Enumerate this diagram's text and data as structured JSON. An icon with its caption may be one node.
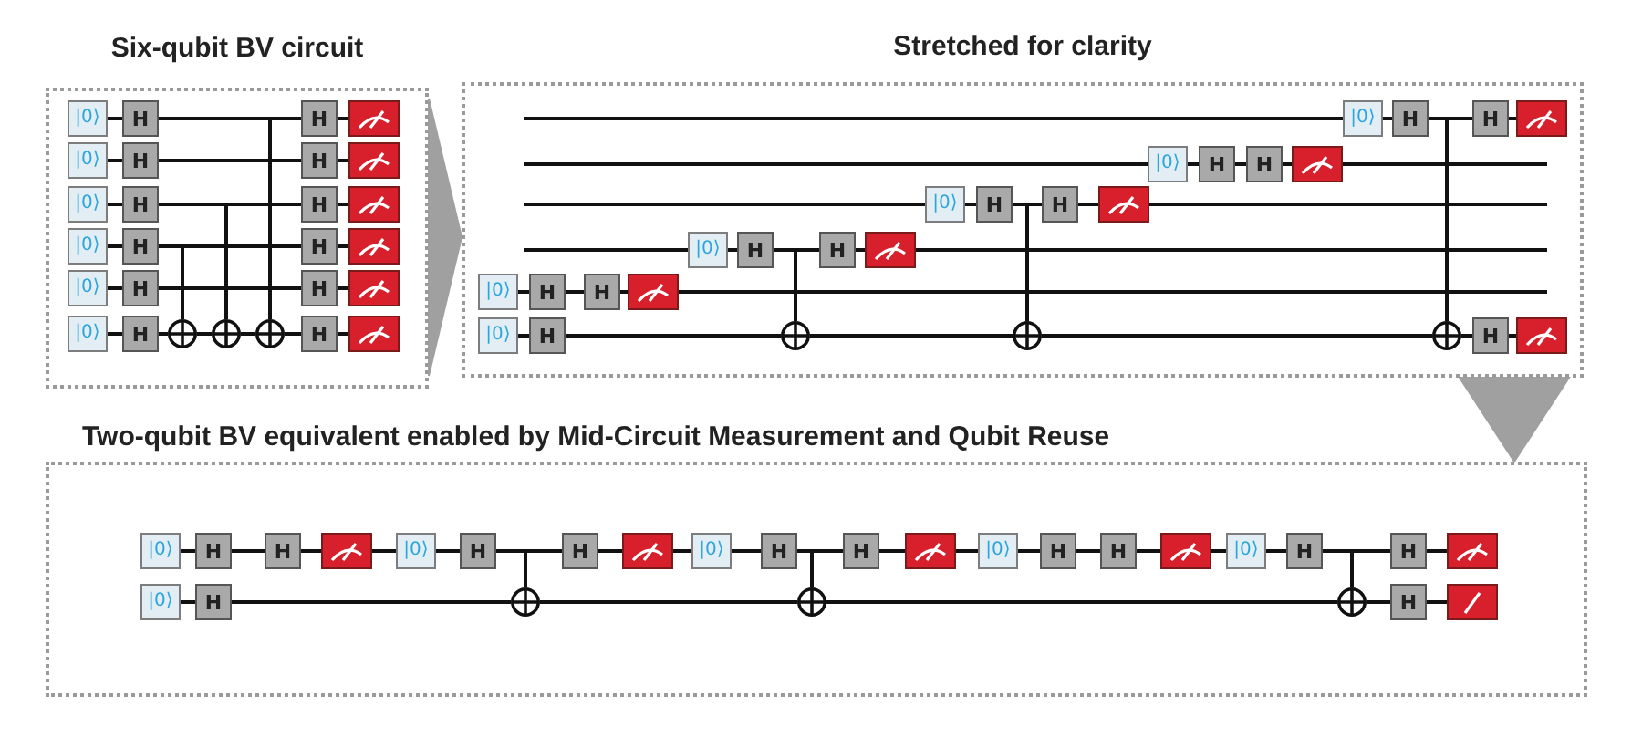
{
  "diagram": {
    "nodes": [
      {
        "text": [
          "Six-qubit BV circuit"
        ]
      },
      {
        "text": [
          "|0⟩"
        ],
        "in": 0
      },
      {
        "text": [
          "H"
        ],
        "in": 0
      },
      {
        "text": [
          "H"
        ],
        "in": 0
      },
      {
        "text": [],
        "shape": "box",
        "in": 0
      },
      {
        "text": [
          "|0⟩"
        ],
        "in": 0
      },
      {
        "text": [
          "H"
        ],
        "in": 0
      },
      {
        "text": [
          "H"
        ],
        "in": 0
      },
      {
        "text": [],
        "shape": "box",
        "in": 0
      },
      {
        "text": [
          "|0⟩"
        ],
        "in": 0
      },
      {
        "text": [
          "H"
        ],
        "in": 0
      },
      {
        "text": [
          "H"
        ],
        "in": 0
      },
      {
        "text": [],
        "shape": "box",
        "in": 0
      },
      {
        "text": [
          "|0⟩"
        ],
        "in": 0
      },
      {
        "text": [
          "H"
        ],
        "in": 0
      },
      {
        "text": [
          "H"
        ],
        "in": 0
      },
      {
        "text": [],
        "shape": "box",
        "in": 0
      },
      {
        "text": [
          "|0⟩"
        ],
        "in": 0
      },
      {
        "text": [
          "H"
        ],
        "in": 0
      },
      {
        "text": [
          "H"
        ],
        "in": 0
      },
      {
        "text": [],
        "shape": "box",
        "in": 0
      },
      {
        "text": [
          "|0⟩"
        ],
        "in": 0
      },
      {
        "text": [
          "H"
        ],
        "in": 0
      },
      {
        "text": [],
        "shape": "circle",
        "in": 0
      },
      {
        "text": [],
        "shape": "circle",
        "in": 0
      },
      {
        "text": [],
        "shape": "circle",
        "in": 0
      },
      {
        "text": [
          "H"
        ],
        "in": 0
      },
      {
        "text": [],
        "shape": "box",
        "in": 0
      },
      {
        "text": [
          "Stretched for clarity"
        ]
      },
      {
        "text": [
          "|0⟩"
        ],
        "in": 28
      },
      {
        "text": [
          "H"
        ],
        "in": 28
      },
      {
        "text": [
          "H"
        ],
        "in": 28
      },
      {
        "text": [],
        "shape": "box",
        "in": 28
      },
      {
        "text": [
          "|0⟩"
        ],
        "in": 28
      },
      {
        "text": [
          "H"
        ],
        "in": 28
      },
      {
        "text": [
          "H"
        ],
        "in": 28
      },
      {
        "text": [],
        "shape": "box",
        "in": 28
      },
      {
        "text": [
          "|0⟩"
        ],
        "in": 28
      },
      {
        "text": [
          "H"
        ],
        "in": 28
      },
      {
        "text": [
          "H"
        ],
        "in": 28
      },
      {
        "text": [],
        "shape": "box",
        "in": 28
      },
      {
        "text": [
          "|0⟩"
        ],
        "in": 28
      },
      {
        "text": [
          "H"
        ],
        "in": 28
      },
      {
        "text": [
          "H"
        ],
        "in": 28
      },
      {
        "text": [],
        "shape": "box",
        "in": 28
      },
      {
        "text": [
          "|0⟩"
        ],
        "in": 28
      },
      {
        "text": [
          "H"
        ],
        "in": 28
      },
      {
        "text": [
          "H"
        ],
        "in": 28
      },
      {
        "text": [],
        "shape": "box",
        "in": 28
      },
      {
        "text": [
          "|0⟩"
        ],
        "in": 28
      },
      {
        "text": [
          "H"
        ],
        "in": 28
      },
      {
        "text": [],
        "shape": "circle",
        "in": 28
      },
      {
        "text": [],
        "shape": "circle",
        "in": 28
      },
      {
        "text": [],
        "shape": "circle",
        "in": 28
      },
      {
        "text": [
          "H"
        ],
        "in": 28
      },
      {
        "text": [],
        "shape": "box",
        "in": 28
      },
      {
        "text": [
          "Two-qubit BV equivalent enabled by Mid-Circuit Measurement and Qubit Reuse"
        ]
      },
      {
        "text": [
          "|0⟩"
        ],
        "in": 56
      },
      {
        "text": [
          "H"
        ],
        "in": 56
      },
      {
        "text": [
          "H"
        ],
        "in": 56
      },
      {
        "text": [],
        "shape": "box",
        "in": 56
      },
      {
        "text": [
          "|0⟩"
        ],
        "in": 56
      },
      {
        "text": [
          "H"
        ],
        "in": 56
      },
      {
        "text": [
          "H"
        ],
        "in": 56
      },
      {
        "text": [],
        "shape": "box",
        "in": 56
      },
      {
        "text": [
          "|0⟩"
        ],
        "in": 56
      },
      {
        "text": [
          "H"
        ],
        "in": 56
      },
      {
        "text": [
          "H"
        ],
        "in": 56
      },
      {
        "text": [],
        "shape": "box",
        "in": 56
      },
      {
        "text": [
          "|0⟩"
        ],
        "in": 56
      },
      {
        "text": [
          "H"
        ],
        "in": 56
      },
      {
        "text": [
          "H"
        ],
        "in": 56
      },
      {
        "text": [],
        "shape": "box",
        "in": 56
      },
      {
        "text": [
          "|0⟩"
        ],
        "in": 56
      },
      {
        "text": [
          "H"
        ],
        "in": 56
      },
      {
        "text": [
          "H"
        ],
        "in": 56
      },
      {
        "text": [],
        "shape": "box",
        "in": 56
      },
      {
        "text": [
          "|0⟩"
        ],
        "in": 56
      },
      {
        "text": [
          "H"
        ],
        "in": 56
      },
      {
        "text": [],
        "shape": "circle",
        "in": 56
      },
      {
        "text": [],
        "shape": "circle",
        "in": 56
      },
      {
        "text": [],
        "shape": "circle",
        "in": 56
      },
      {
        "text": [
          "H"
        ],
        "in": 56
      },
      {
        "text": [],
        "shape": "box",
        "in": 56
      }
    ],
    "edges": [
      {
        "from": 0,
        "to": 28,
        "arrow": "to"
      },
      {
        "from": 28,
        "to": 56,
        "arrow": "to"
      },
      {
        "from": 1,
        "to": 2,
        "arrow": "none"
      },
      {
        "from": 2,
        "to": 3,
        "arrow": "none"
      },
      {
        "from": 3,
        "to": 4,
        "arrow": "none"
      },
      {
        "from": 5,
        "to": 6,
        "arrow": "none"
      },
      {
        "from": 6,
        "to": 7,
        "arrow": "none"
      },
      {
        "from": 7,
        "to": 8,
        "arrow": "none"
      },
      {
        "from": 9,
        "to": 10,
        "arrow": "none"
      },
      {
        "from": 10,
        "to": 11,
        "arrow": "none"
      },
      {
        "from": 11,
        "to": 12,
        "arrow": "none"
      },
      {
        "from": 13,
        "to": 14,
        "arrow": "none"
      },
      {
        "from": 14,
        "to": 15,
        "arrow": "none"
      },
      {
        "from": 15,
        "to": 16,
        "arrow": "none"
      },
      {
        "from": 17,
        "to": 18,
        "arrow": "none"
      },
      {
        "from": 18,
        "to": 19,
        "arrow": "none"
      },
      {
        "from": 19,
        "to": 20,
        "arrow": "none"
      },
      {
        "from": 21,
        "to": 22,
        "arrow": "none"
      },
      {
        "from": 22,
        "to": 23,
        "arrow": "none"
      },
      {
        "from": 23,
        "to": 24,
        "arrow": "none"
      },
      {
        "from": 24,
        "to": 25,
        "arrow": "none"
      },
      {
        "from": 25,
        "to": 26,
        "arrow": "none"
      },
      {
        "from": 26,
        "to": 27,
        "arrow": "none"
      },
      {
        "from": null,
        "to": 23,
        "arrow": "none"
      },
      {
        "from": null,
        "to": 24,
        "arrow": "none"
      },
      {
        "from": null,
        "to": 25,
        "arrow": "none"
      },
      {
        "from": null,
        "to": 29,
        "arrow": "none"
      },
      {
        "from": 29,
        "to": 30,
        "arrow": "none"
      },
      {
        "from": 30,
        "to": 31,
        "arrow": "none"
      },
      {
        "from": 31,
        "to": 32,
        "arrow": "none"
      },
      {
        "from": null,
        "to": 33,
        "arrow": "none"
      },
      {
        "from": 33,
        "to": 34,
        "arrow": "none"
      },
      {
        "from": 34,
        "to": 35,
        "arrow": "none"
      },
      {
        "from": 35,
        "to": 36,
        "arrow": "none"
      },
      {
        "from": 36,
        "to": null,
        "arrow": "none"
      },
      {
        "from": null,
        "to": 37,
        "arrow": "none"
      },
      {
        "from": 37,
        "to": 38,
        "arrow": "none"
      },
      {
        "from": 38,
        "to": 39,
        "arrow": "none"
      },
      {
        "from": 39,
        "to": 40,
        "arrow": "none"
      },
      {
        "from": 40,
        "to": null,
        "arrow": "none"
      },
      {
        "from": null,
        "to": 41,
        "arrow": "none"
      },
      {
        "from": 41,
        "to": 42,
        "arrow": "none"
      },
      {
        "from": 42,
        "to": 43,
        "arrow": "none"
      },
      {
        "from": 43,
        "to": 44,
        "arrow": "none"
      },
      {
        "from": 44,
        "to": null,
        "arrow": "none"
      },
      {
        "from": 45,
        "to": 46,
        "arrow": "none"
      },
      {
        "from": 46,
        "to": 47,
        "arrow": "none"
      },
      {
        "from": 47,
        "to": 48,
        "arrow": "none"
      },
      {
        "from": 48,
        "to": null,
        "arrow": "none"
      },
      {
        "from": 49,
        "to": 50,
        "arrow": "none"
      },
      {
        "from": 50,
        "to": 51,
        "arrow": "none"
      },
      {
        "from": 51,
        "to": 52,
        "arrow": "none"
      },
      {
        "from": 52,
        "to": 53,
        "arrow": "none"
      },
      {
        "from": 53,
        "to": 54,
        "arrow": "none"
      },
      {
        "from": 54,
        "to": 55,
        "arrow": "none"
      },
      {
        "from": 42,
        "to": 51,
        "arrow": "none"
      },
      {
        "from": 38,
        "to": 52,
        "arrow": "none"
      },
      {
        "from": 30,
        "to": 53,
        "arrow": "none"
      },
      {
        "from": 57,
        "to": 58,
        "arrow": "none"
      },
      {
        "from": 58,
        "to": 59,
        "arrow": "none"
      },
      {
        "from": 59,
        "to": 60,
        "arrow": "none"
      },
      {
        "from": 60,
        "to": 61,
        "arrow": "none"
      },
      {
        "from": 61,
        "to": 62,
        "arrow": "none"
      },
      {
        "from": 62,
        "to": 63,
        "arrow": "none"
      },
      {
        "from": 63,
        "to": 64,
        "arrow": "none"
      },
      {
        "from": 64,
        "to": 65,
        "arrow": "none"
      },
      {
        "from": 65,
        "to": 66,
        "arrow": "none"
      },
      {
        "from": 66,
        "to": 67,
        "arrow": "none"
      },
      {
        "from": 67,
        "to": 68,
        "arrow": "none"
      },
      {
        "from": 68,
        "to": 69,
        "arrow": "none"
      },
      {
        "from": 69,
        "to": 70,
        "arrow": "none"
      },
      {
        "from": 70,
        "to": 71,
        "arrow": "none"
      },
      {
        "from": 71,
        "to": 72,
        "arrow": "none"
      },
      {
        "from": 72,
        "to": 73,
        "arrow": "none"
      },
      {
        "from": 73,
        "to": 74,
        "arrow": "none"
      },
      {
        "from": 74,
        "to": 75,
        "arrow": "none"
      },
      {
        "from": 75,
        "to": 76,
        "arrow": "none"
      },
      {
        "from": 77,
        "to": 78,
        "arrow": "none"
      },
      {
        "from": 78,
        "to": 79,
        "arrow": "none"
      },
      {
        "from": 79,
        "to": 80,
        "arrow": "none"
      },
      {
        "from": 80,
        "to": 81,
        "arrow": "none"
      },
      {
        "from": 81,
        "to": 82,
        "arrow": "none"
      },
      {
        "from": 82,
        "to": 83,
        "arrow": "none"
      },
      {
        "from": 62,
        "to": 79,
        "arrow": "none"
      },
      {
        "from": 66,
        "to": 80,
        "arrow": "none"
      },
      {
        "from": 74,
        "to": 81,
        "arrow": "none"
      }
    ]
  }
}
